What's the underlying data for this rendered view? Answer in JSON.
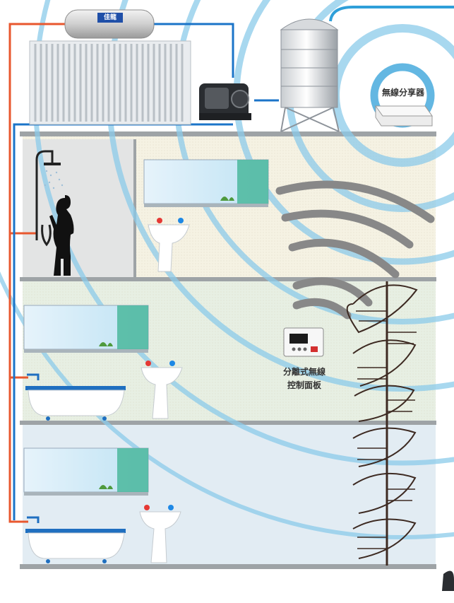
{
  "labels": {
    "wireless_receiver": "無線分享器",
    "control_panel_line1": "分離式無線",
    "control_panel_line2": "控制面板",
    "heater_brand": "佳龍"
  },
  "colors": {
    "hot_pipe": "#e8572e",
    "cold_pipe": "#1b74c8",
    "wave_blue": "#7fc3e6",
    "wave_gray": "#9a9a9a",
    "floor_top": "#f6f3e6",
    "floor_mid": "#e9f1e6",
    "floor_bottom": "#e4eef4"
  }
}
